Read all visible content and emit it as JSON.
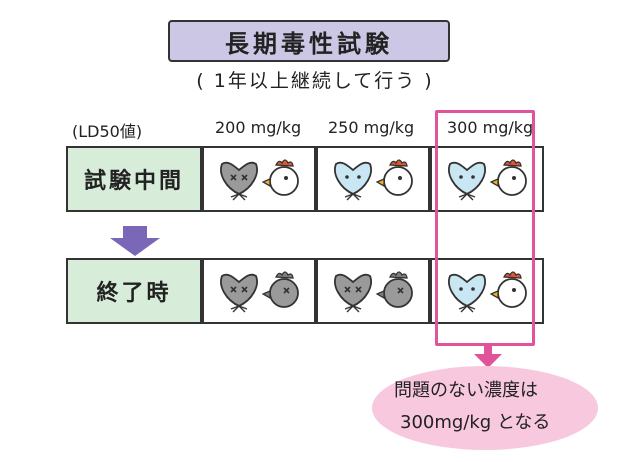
{
  "title": "長期毒性試験",
  "subtitle": "( 1年以上継続して行う )",
  "columns": {
    "ld50_label": "(LD50値)",
    "doses": [
      "200 mg/kg",
      "250 mg/kg",
      "300 mg/kg"
    ]
  },
  "rows": [
    {
      "label": "試験中間",
      "cells": [
        {
          "mouse": "dead",
          "chicken": "alive"
        },
        {
          "mouse": "alive",
          "chicken": "alive"
        },
        {
          "mouse": "alive",
          "chicken": "alive"
        }
      ]
    },
    {
      "label": "終了時",
      "cells": [
        {
          "mouse": "dead",
          "chicken": "dead"
        },
        {
          "mouse": "dead",
          "chicken": "dead"
        },
        {
          "mouse": "alive",
          "chicken": "alive"
        }
      ]
    }
  ],
  "note": {
    "line1": "問題のない濃度は",
    "line2": "300mg/kg となる"
  },
  "colors": {
    "title_bg": "#ccc7e4",
    "row_label_bg": "#d7edd9",
    "highlight": "#e1539a",
    "note_bg": "#f7c8de",
    "arrow_purple": "#7a67b8",
    "mouse_alive": "#c9e6f3",
    "dead_gray": "#9a9a9a",
    "chicken_comb": "#e4572e",
    "chicken_beak": "#f5b323"
  }
}
